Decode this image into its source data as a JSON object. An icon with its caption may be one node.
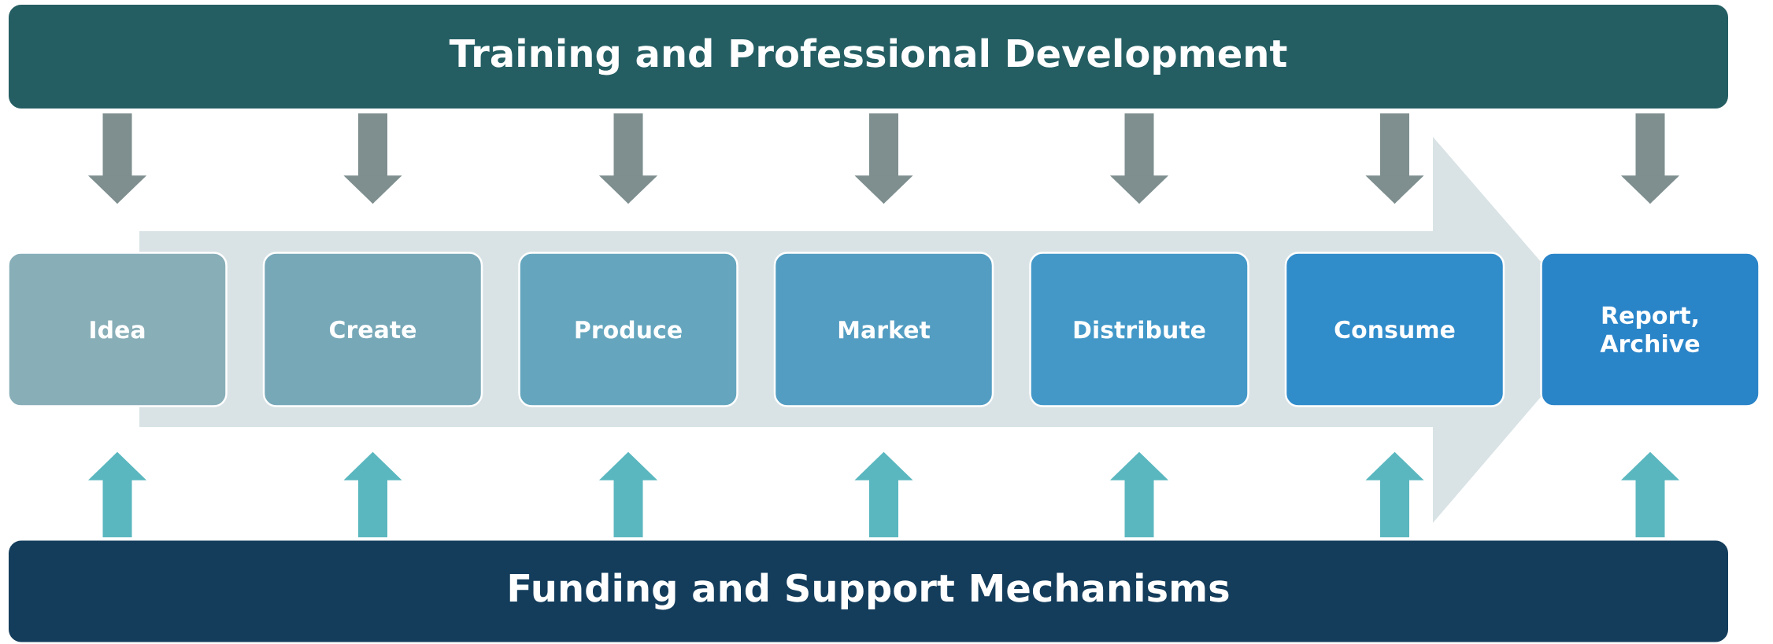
{
  "diagram": {
    "nodes": [
      {
        "text": [
          "Training and Professional Development"
        ]
      },
      {
        "text": [
          "Funding and Support Mechanisms"
        ]
      },
      {
        "text": [
          "Idea"
        ]
      },
      {
        "text": [
          "Create"
        ]
      },
      {
        "text": [
          "Produce"
        ]
      },
      {
        "text": [
          "Market"
        ]
      },
      {
        "text": [
          "Distribute"
        ]
      },
      {
        "text": [
          "Consume"
        ]
      },
      {
        "text": [
          "Report, Archive"
        ]
      }
    ],
    "edges": [
      {
        "from": 2,
        "to": 8,
        "arrow": "to",
        "style": "thick",
        "color": "#d9e3e5"
      },
      {
        "from": 0,
        "to": 2,
        "arrow": "to",
        "color": "#7f8f8f"
      },
      {
        "from": 0,
        "to": 3,
        "arrow": "to",
        "color": "#7f8f8f"
      },
      {
        "from": 0,
        "to": 4,
        "arrow": "to",
        "color": "#7f8f8f"
      },
      {
        "from": 0,
        "to": 5,
        "arrow": "to",
        "color": "#7f8f8f"
      },
      {
        "from": 0,
        "to": 6,
        "arrow": "to",
        "color": "#7f8f8f"
      },
      {
        "from": 0,
        "to": 7,
        "arrow": "to",
        "color": "#7f8f8f"
      },
      {
        "from": 0,
        "to": 8,
        "arrow": "to",
        "color": "#7f8f8f"
      },
      {
        "from": 1,
        "to": 2,
        "arrow": "to",
        "color": "#5ab7bf"
      },
      {
        "from": 1,
        "to": 3,
        "arrow": "to",
        "color": "#5ab7bf"
      },
      {
        "from": 1,
        "to": 4,
        "arrow": "to",
        "color": "#5ab7bf"
      },
      {
        "from": 1,
        "to": 5,
        "arrow": "to",
        "color": "#5ab7bf"
      },
      {
        "from": 1,
        "to": 6,
        "arrow": "to",
        "color": "#5ab7bf"
      },
      {
        "from": 1,
        "to": 7,
        "arrow": "to",
        "color": "#5ab7bf"
      },
      {
        "from": 1,
        "to": 8,
        "arrow": "to",
        "color": "#5ab7bf"
      }
    ]
  }
}
